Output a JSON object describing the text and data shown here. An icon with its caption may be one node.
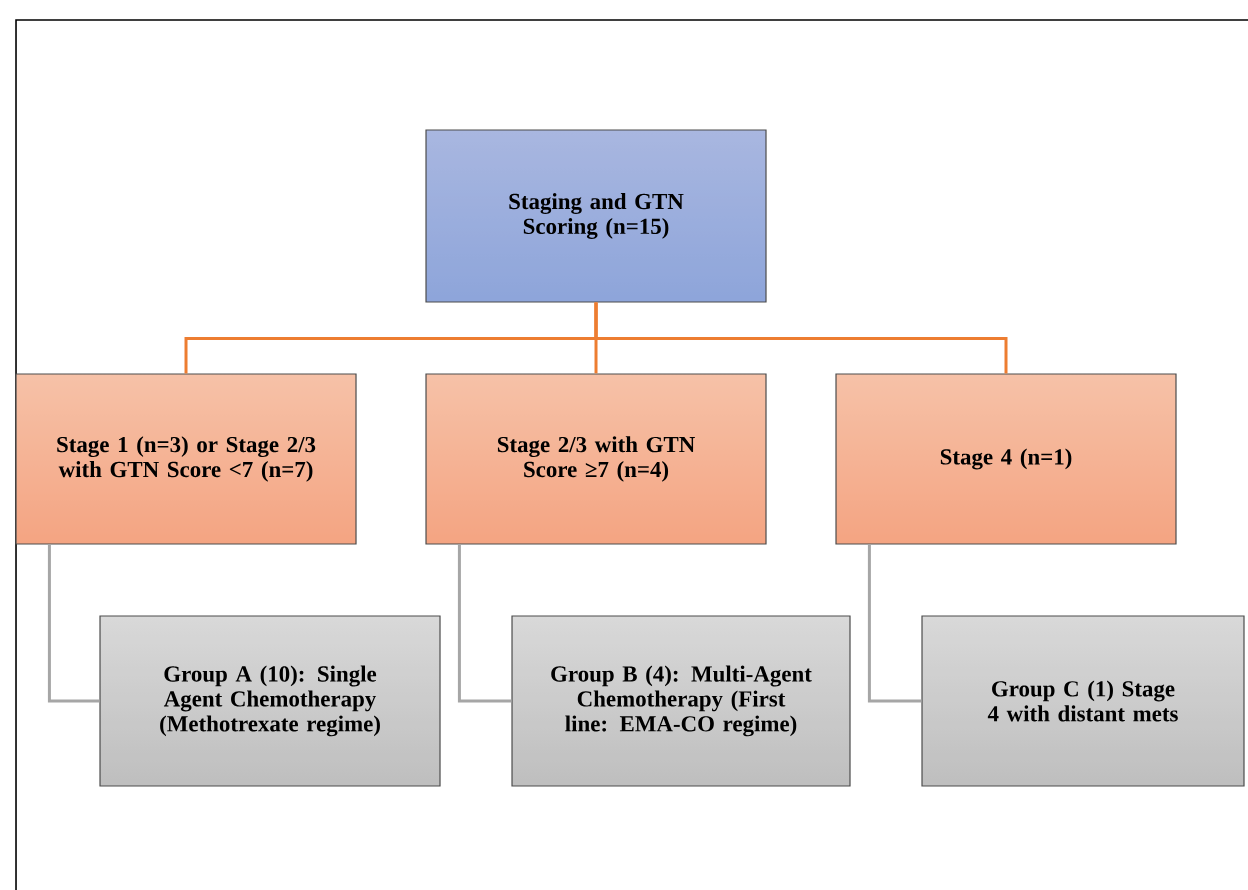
{
  "diagram": {
    "nodes": [
      {
        "text": [
          "Staging and GTN Scoring (n=15)"
        ]
      },
      {
        "text": [
          "Stage 1 (n=3) or Stage 2/3 with GTN Score <7 (n=7)"
        ]
      },
      {
        "text": [
          "Stage 2/3 with GTN Score ≥7 (n=4)"
        ]
      },
      {
        "text": [
          "Stage 4 (n=1)"
        ]
      },
      {
        "text": [
          "Group A (10): Single Agent Chemotherapy (Methotrexate regime)"
        ]
      },
      {
        "text": [
          "Group B (4): Multi-Agent Chemotherapy (First line: EMA-CO regime)"
        ]
      },
      {
        "text": [
          "Group C (1) Stage 4 with distant mets"
        ]
      }
    ],
    "edges": [
      {
        "from": 0,
        "to": 1,
        "arrow": "none",
        "color": "#ed7d31"
      },
      {
        "from": 0,
        "to": 2,
        "arrow": "none",
        "color": "#ed7d31"
      },
      {
        "from": 0,
        "to": 3,
        "arrow": "none",
        "color": "#ed7d31"
      },
      {
        "from": 1,
        "to": 4,
        "arrow": "none",
        "color": "#a6a6a6"
      },
      {
        "from": 2,
        "to": 5,
        "arrow": "none",
        "color": "#a6a6a6"
      },
      {
        "from": 3,
        "to": 6,
        "arrow": "none",
        "color": "#a6a6a6"
      }
    ]
  }
}
